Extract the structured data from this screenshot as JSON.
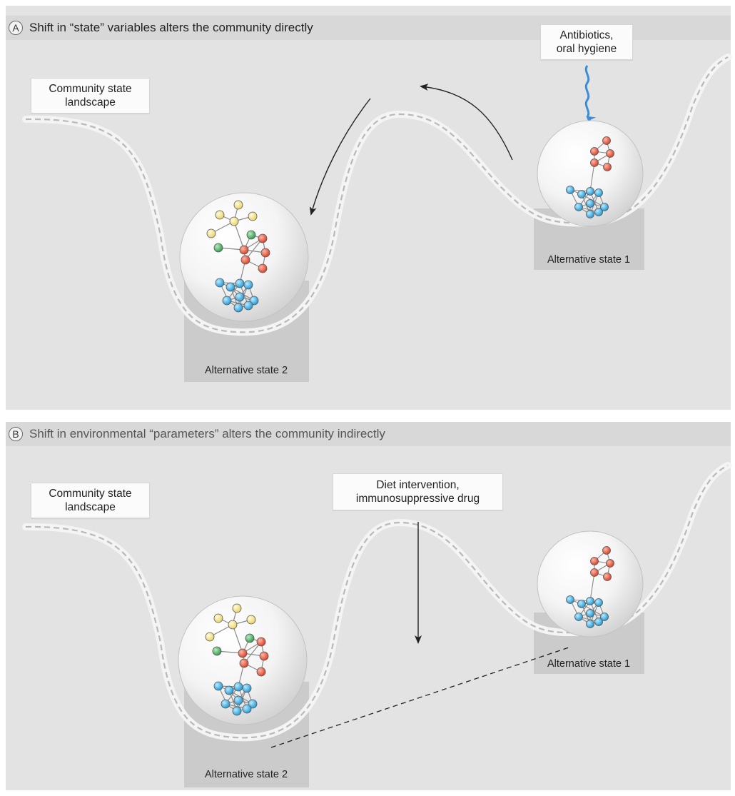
{
  "panel_a": {
    "letter": "A",
    "title": "Shift in “state” variables alters the community directly",
    "landscape_label_line1": "Community state",
    "landscape_label_line2": "landscape",
    "intervention_line1": "Antibiotics,",
    "intervention_line2": "oral hygiene",
    "state1_label": "Alternative state 1",
    "state2_label": "Alternative state 2"
  },
  "panel_b": {
    "letter": "B",
    "title": "Shift in environmental “parameters” alters the community indirectly",
    "landscape_label_line1": "Community state",
    "landscape_label_line2": "landscape",
    "intervention_line1": "Diet intervention,",
    "intervention_line2": "immunosuppressive drug",
    "state1_label": "Alternative state 1",
    "state2_label": "Alternative state 2"
  },
  "colors": {
    "background": "#e3e3e3",
    "header_band": "#d8d8d8",
    "red_node": "#e0553c",
    "yellow_node": "#f4e58a",
    "green_node": "#55b06a",
    "blue_node": "#3fb3e6",
    "intervention_arrow": "#3a8ed8",
    "path_dash": "#b9b9b9"
  }
}
